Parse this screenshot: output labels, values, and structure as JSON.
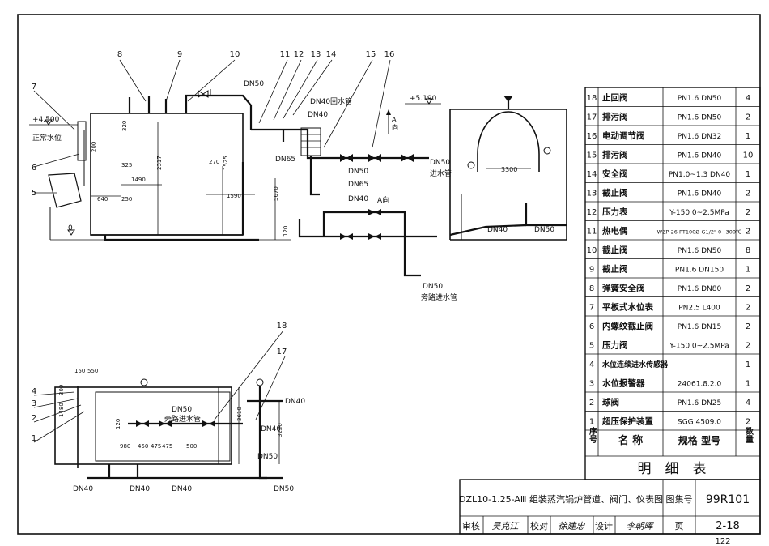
{
  "drawing": {
    "title": "DZL10-1.25-AⅢ 组装蒸汽锅炉管道、阀门、仪表图",
    "atlas_label": "图集号",
    "atlas_no": "99R101",
    "page_label": "页",
    "page_no": "2-18",
    "sheet_no": "122",
    "review_label": "审核",
    "check_label": "校对",
    "design_label": "设计",
    "reviewer_sign": "吴克江",
    "checker_sign": "徐建忠",
    "designer_sign": "李朝晖"
  },
  "bom": {
    "title": "明　细　表",
    "header": {
      "no": "序号",
      "name": "名 称",
      "spec": "规格 型号",
      "qty": "数量"
    },
    "rows": [
      {
        "no": "18",
        "name": "止回阀",
        "spec": "PN1.6 DN50",
        "qty": "4"
      },
      {
        "no": "17",
        "name": "排污阀",
        "spec": "PN1.6 DN50",
        "qty": "2"
      },
      {
        "no": "16",
        "name": "电动调节阀",
        "spec": "PN1.6 DN32",
        "qty": "1"
      },
      {
        "no": "15",
        "name": "排污阀",
        "spec": "PN1.6 DN40",
        "qty": "10"
      },
      {
        "no": "14",
        "name": "安全阀",
        "spec": "PN1.0~1.3 DN40",
        "qty": "1"
      },
      {
        "no": "13",
        "name": "截止阀",
        "spec": "PN1.6 DN40",
        "qty": "2"
      },
      {
        "no": "12",
        "name": "压力表",
        "spec": "Y-150  0~2.5MPa",
        "qty": "2"
      },
      {
        "no": "11",
        "name": "热电偶",
        "spec": "WZP-26 PT100Ø G1/2\" 0~300℃",
        "qty": "2"
      },
      {
        "no": "10",
        "name": "截止阀",
        "spec": "PN1.6 DN50",
        "qty": "8"
      },
      {
        "no": "9",
        "name": "截止阀",
        "spec": "PN1.6 DN150",
        "qty": "1"
      },
      {
        "no": "8",
        "name": "弹簧安全阀",
        "spec": "PN1.6 DN80",
        "qty": "2"
      },
      {
        "no": "7",
        "name": "平板式水位表",
        "spec": "PN2.5 L400",
        "qty": "2"
      },
      {
        "no": "6",
        "name": "内螺纹截止阀",
        "spec": "PN1.6 DN15",
        "qty": "2"
      },
      {
        "no": "5",
        "name": "压力阀",
        "spec": "Y-150  0~2.5MPa",
        "qty": "2"
      },
      {
        "no": "4",
        "name": "水位连续进水传感器",
        "spec": "",
        "qty": "1"
      },
      {
        "no": "3",
        "name": "水位报警器",
        "spec": "24061.8.2.0",
        "qty": "1"
      },
      {
        "no": "2",
        "name": "球阀",
        "spec": "PN1.6 DN25",
        "qty": "4"
      },
      {
        "no": "1",
        "name": "超压保护装置",
        "spec": "SGG 4509.0",
        "qty": "2"
      }
    ]
  },
  "elevation": {
    "level_top": "+4.500",
    "level_water": "正常水位",
    "level_zero": "0",
    "level_right": "+5.190",
    "callouts": [
      "8",
      "9",
      "10",
      "11",
      "12",
      "13",
      "14",
      "15",
      "16",
      "7",
      "6",
      "5"
    ],
    "dims": [
      "320",
      "200",
      "325",
      "640",
      "250",
      "1490",
      "2317",
      "270",
      "1525",
      "1590",
      "5670",
      "120"
    ],
    "pipes": {
      "dn50_top": "DN50",
      "dn40_a": "DN40",
      "return_water": "回水管",
      "dn40_b": "DN40",
      "dn65_a": "DN65",
      "dn50_mid": "DN50",
      "dn65_b": "DN65",
      "dn40_c": "DN40",
      "dn50_inlet": "DN50",
      "inlet": "进水管",
      "dn50_bypass": "DN50",
      "bypass_inlet": "旁路进水管"
    },
    "view_a": "A向",
    "arrow_a_letter": "A",
    "arrow_a_word": "向"
  },
  "side_view": {
    "dim_diameter": "3300",
    "dn40": "DN40",
    "dn50": "DN50"
  },
  "plan": {
    "callouts": [
      "4",
      "3",
      "2",
      "1",
      "18",
      "17"
    ],
    "dims": [
      "150",
      "550",
      "300",
      "1480",
      "980",
      "450",
      "475",
      "475",
      "500",
      "3610",
      "3220",
      "120"
    ],
    "pipes": {
      "dn50_top": "DN50",
      "bypass_inlet": "旁路进水管",
      "dn40_r": "DN40",
      "dn40_r2": "DN40",
      "dn50_r": "DN50",
      "dn40_bl": "DN40",
      "dn40_bm": "DN40",
      "dn40_bm2": "DN40",
      "dn50_br": "DN50"
    }
  }
}
